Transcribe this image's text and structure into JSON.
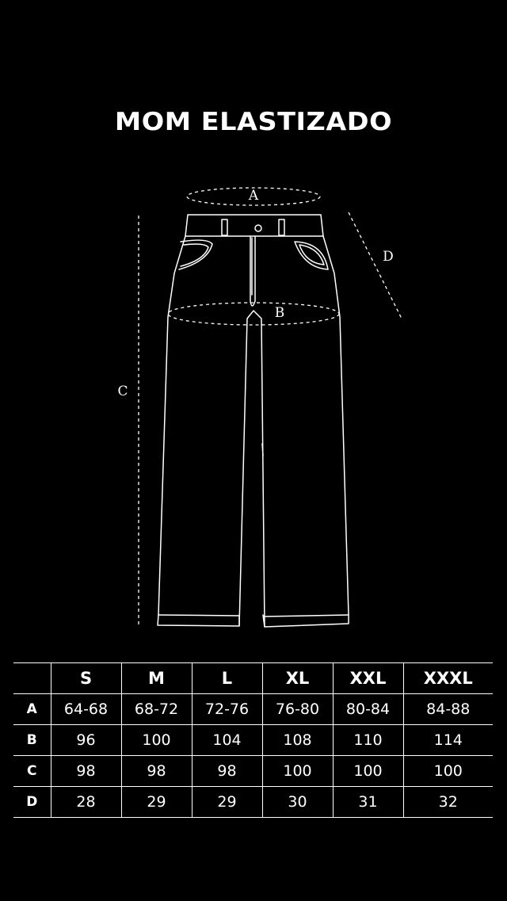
{
  "title": "MOM ELASTIZADO",
  "diagram_labels": {
    "a": "A",
    "b": "B",
    "c": "C",
    "d": "D"
  },
  "table": {
    "sizes": [
      "S",
      "M",
      "L",
      "XL",
      "XXL",
      "XXXL"
    ],
    "rows": [
      {
        "label": "A",
        "values": [
          "64-68",
          "68-72",
          "72-76",
          "76-80",
          "80-84",
          "84-88"
        ]
      },
      {
        "label": "B",
        "values": [
          "96",
          "100",
          "104",
          "108",
          "110",
          "114"
        ]
      },
      {
        "label": "C",
        "values": [
          "98",
          "98",
          "98",
          "100",
          "100",
          "100"
        ]
      },
      {
        "label": "D",
        "values": [
          "28",
          "29",
          "29",
          "30",
          "31",
          "32"
        ]
      }
    ]
  }
}
